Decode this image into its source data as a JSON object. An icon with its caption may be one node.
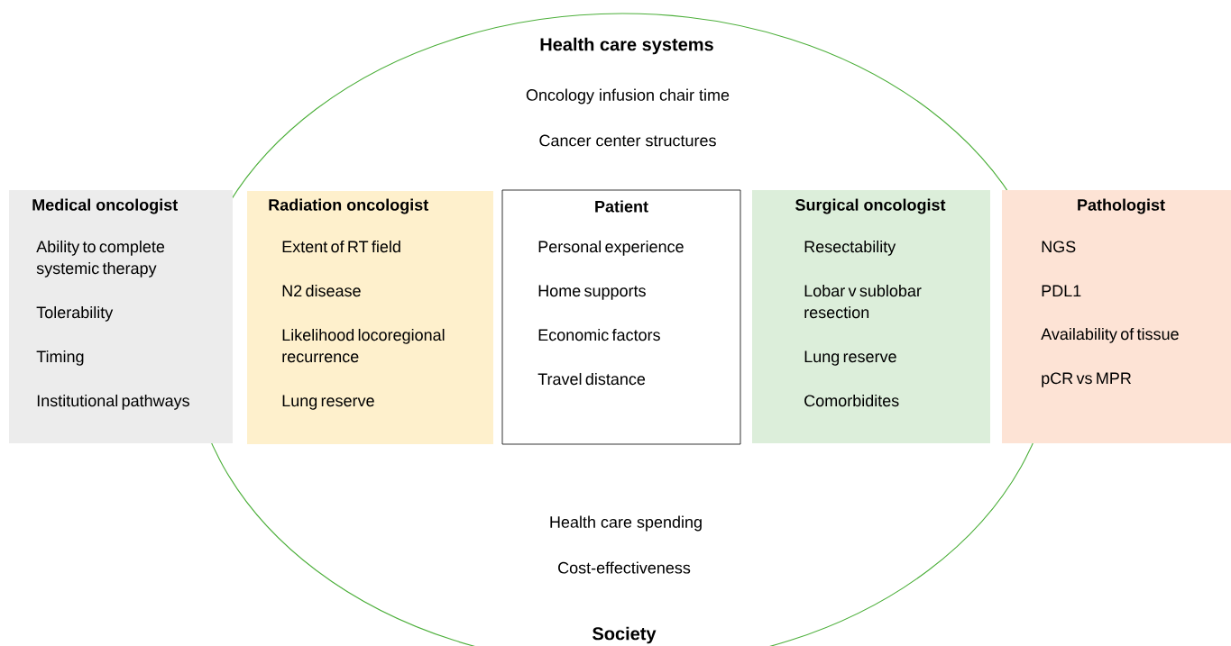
{
  "diagram": {
    "nodes": [
      {
        "text": [
          "Health care systems",
          "Oncology infusion chair time",
          "Cancer center structures",
          "Health care spending",
          "Cost-effectiveness",
          "Society"
        ]
      },
      {
        "text": [
          "Medical oncologist",
          "Ability to complete systemic therapy",
          "Tolerability",
          "Timing",
          "Institutional pathways"
        ]
      },
      {
        "text": [
          "Radiation oncologist",
          "Extent of RT field",
          "N2 disease",
          "Likelihood locoregional recurrence",
          "Lung reserve"
        ],
        "in": 0
      },
      {
        "text": [
          "Patient",
          "Personal experience",
          "Home supports",
          "Economic factors",
          "Travel distance"
        ],
        "in": 0
      },
      {
        "text": [
          "Surgical oncologist",
          "Resectability",
          "Lobar v sublobar resection",
          "Lung reserve",
          "Comorbidites"
        ],
        "in": 0
      },
      {
        "text": [
          "Pathologist",
          "NGS",
          "PDL1",
          "Availability of tissue",
          "pCR vs MPR"
        ]
      }
    ],
    "edges": []
  }
}
